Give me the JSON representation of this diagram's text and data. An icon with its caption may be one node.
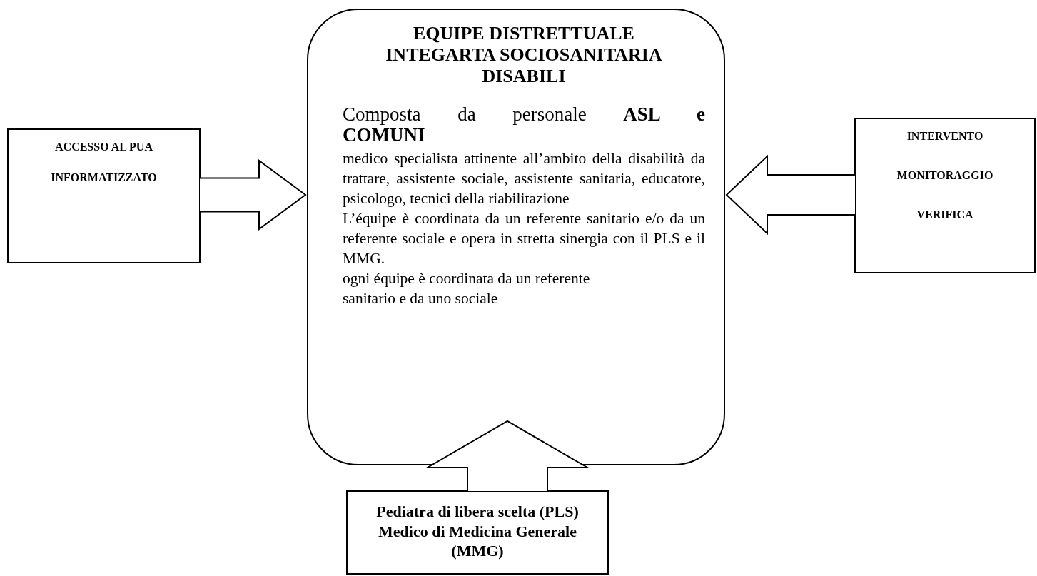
{
  "diagram": {
    "nodes": [
      {
        "text": [
          "EQUIPE DISTRETTUALE INTEGARTA SOCIOSANITARIA DISABILI",
          "Composta da personale **ASL e COMUNI**",
          "medico specialista attinente all’ambito della disabilità da trattare, assistente sociale, assistente sanitaria, educatore, psicologo, tecnici della riabilitazione",
          "L’équipe è coordinata da un referente sanitario e/o da un referente sociale e opera in stretta sinergia con il PLS e il MMG.",
          "ogni équipe è coordinata da un referente sanitario e da uno sociale"
        ]
      },
      {
        "text": [
          "ACCESSO AL PUA",
          "INFORMATIZZATO"
        ]
      },
      {
        "text": [
          "INTERVENTO",
          "MONITORAGGIO",
          "VERIFICA"
        ]
      },
      {
        "text": [
          "Pediatra di libera scelta (PLS)",
          "Medico di Medicina Generale (MMG)"
        ]
      }
    ],
    "edges": [
      {
        "from": 1,
        "to": 0,
        "arrow": "to"
      },
      {
        "from": 2,
        "to": 0,
        "arrow": "to"
      },
      {
        "from": 3,
        "to": 0,
        "arrow": "to"
      }
    ]
  }
}
